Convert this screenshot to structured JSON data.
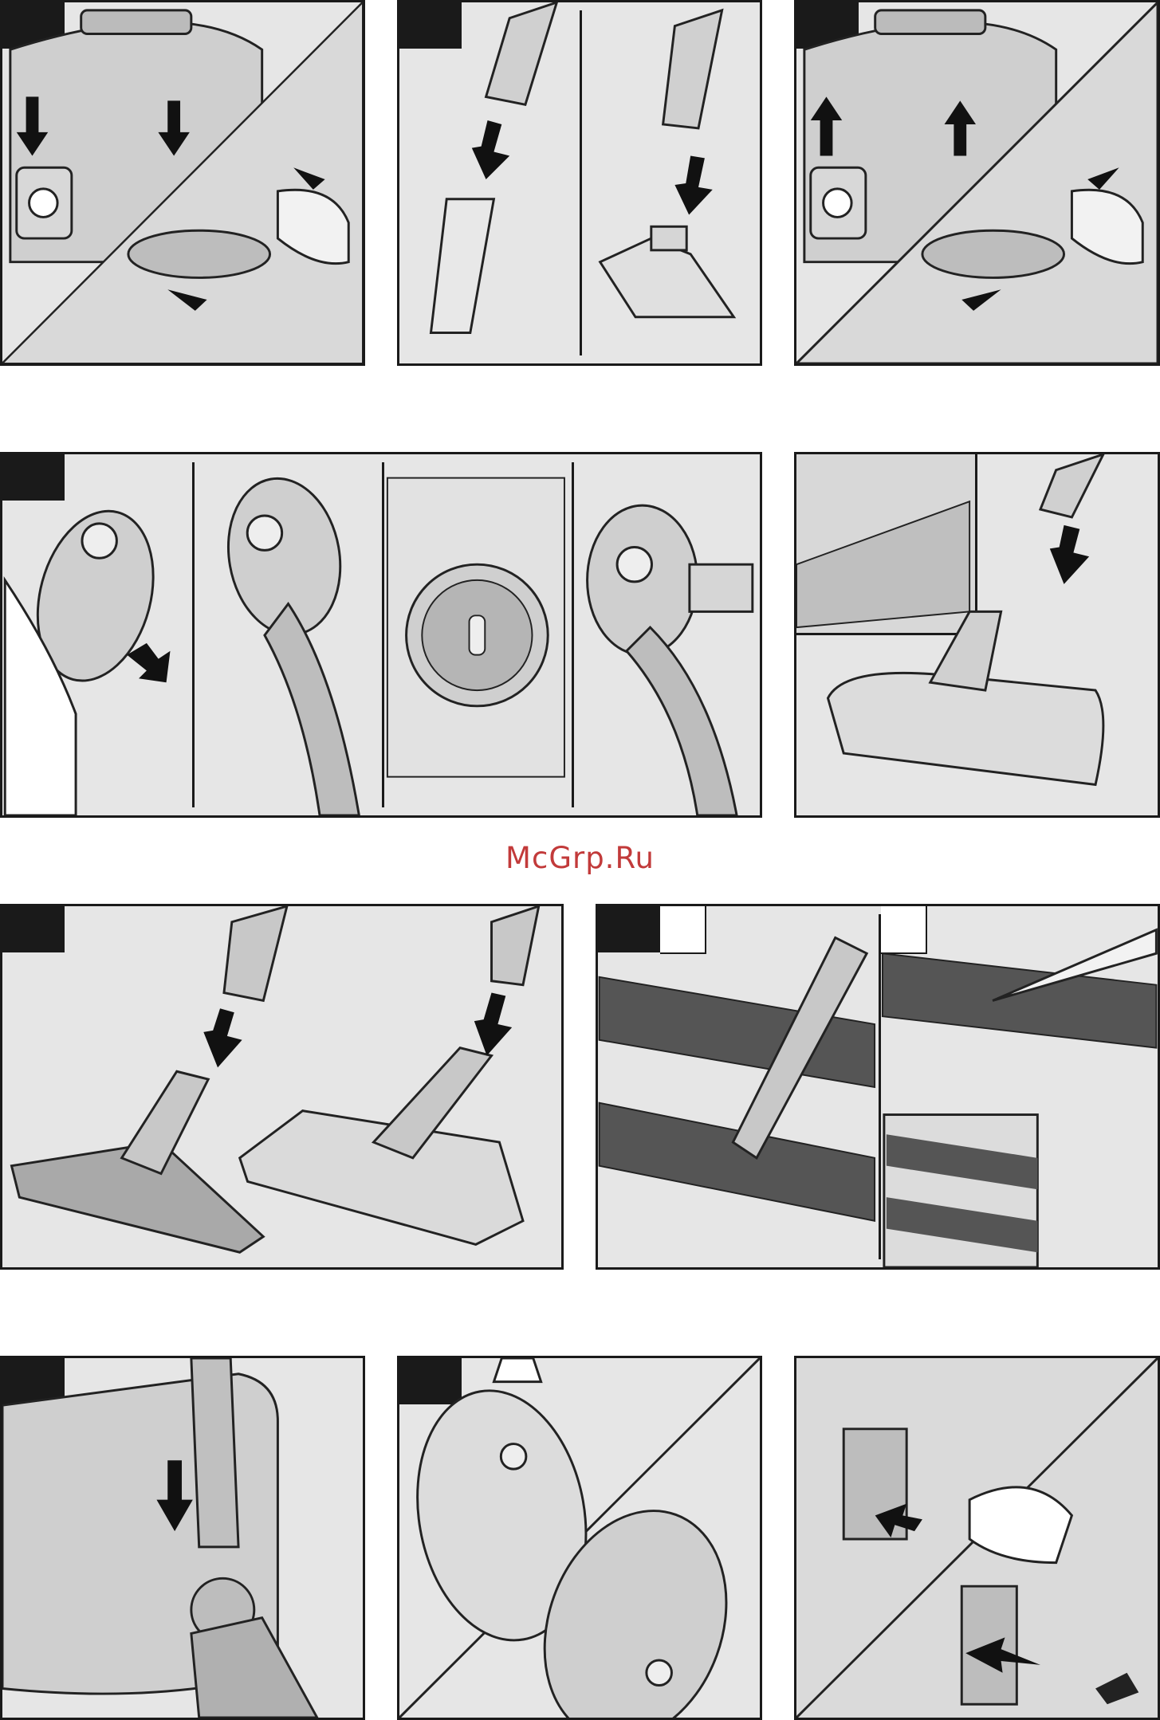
{
  "watermark": {
    "text": "McGrp.Ru"
  },
  "colors": {
    "panel_bg": "#e6e6e6",
    "border": "#1a1a1a",
    "watermark": "#c23a3a"
  },
  "panels": [
    {
      "name": "attachments-remove",
      "icons": [
        "down-arrow-icon",
        "right-arrow-icon"
      ]
    },
    {
      "name": "attach-nozzles",
      "icons": [
        "down-arrow-icon"
      ]
    },
    {
      "name": "attachments-store",
      "icons": [
        "up-arrow-icon",
        "left-arrow-icon"
      ]
    },
    {
      "name": "drill-dust-attachment",
      "icons": [
        "left-arrow-icon",
        "dial-icon"
      ]
    },
    {
      "name": "floor-nozzle-attach",
      "icons": [
        "down-arrow-icon"
      ]
    },
    {
      "name": "parquet-nozzles",
      "icons": [
        "down-arrow-icon"
      ]
    },
    {
      "name": "brush-roll-cleaning",
      "icons": [
        "scissors-icon"
      ]
    },
    {
      "name": "parking-position",
      "icons": [
        "down-arrow-icon"
      ]
    },
    {
      "name": "carry-handle",
      "icons": [
        "hand-icon"
      ]
    },
    {
      "name": "power-cord",
      "icons": [
        "right-arrow-icon",
        "plug-icon"
      ]
    }
  ]
}
